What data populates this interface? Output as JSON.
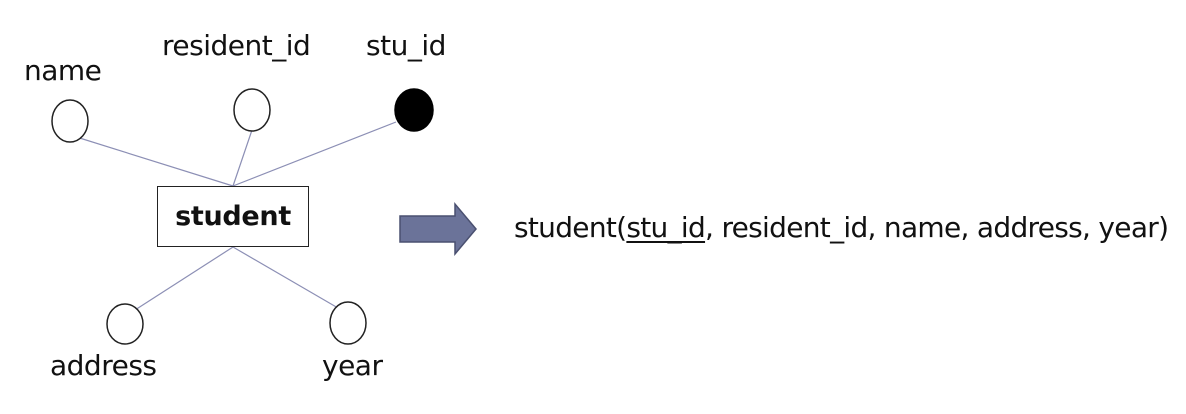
{
  "entity": {
    "name": "student"
  },
  "attributes": {
    "name": {
      "label": "name",
      "is_key": false
    },
    "resident_id": {
      "label": "resident_id",
      "is_key": false
    },
    "stu_id": {
      "label": "stu_id",
      "is_key": true
    },
    "address": {
      "label": "address",
      "is_key": false
    },
    "year": {
      "label": "year",
      "is_key": false
    }
  },
  "relation": {
    "name": "student(",
    "key": "stu_id",
    "rest": ", resident_id, name, address, year)"
  },
  "colors": {
    "connector_line": "#8c8fb5",
    "arrow_fill": "#6b7399",
    "arrow_stroke": "#4a5070",
    "key_attribute_fill": "#000000",
    "attribute_fill": "#ffffff"
  }
}
